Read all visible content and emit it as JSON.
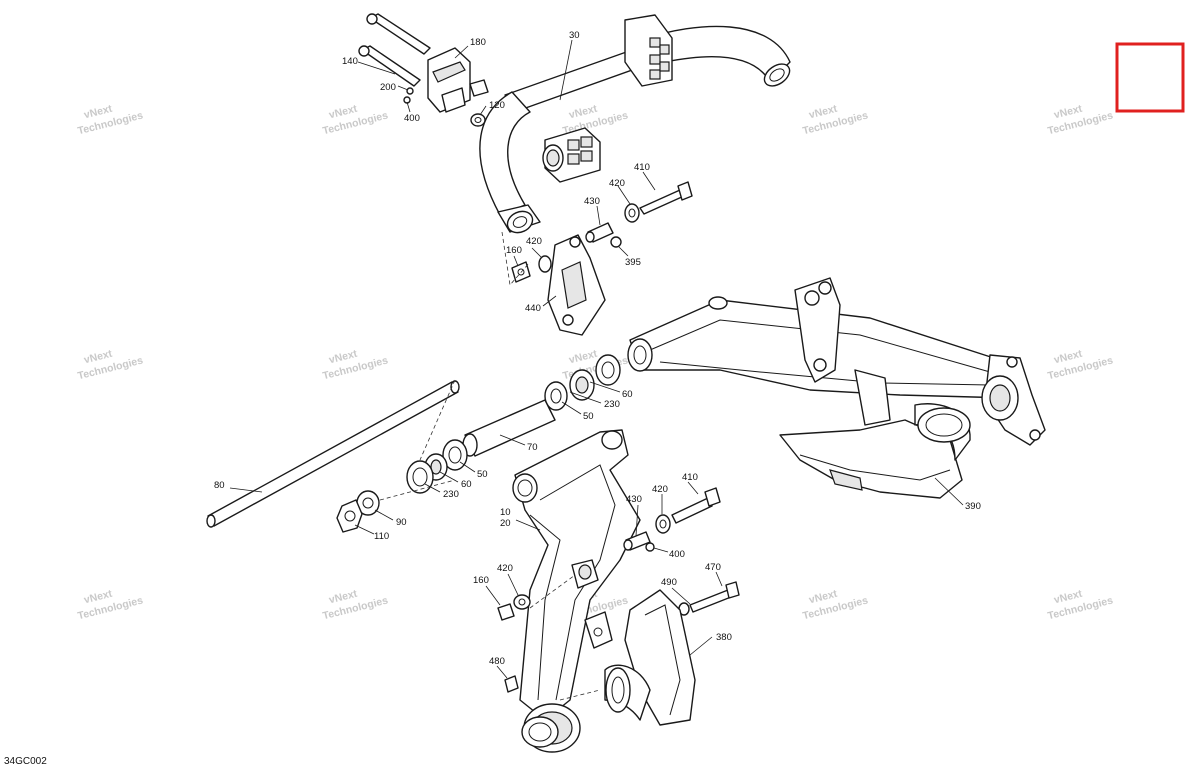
{
  "figure_code": "34GC002",
  "watermark_text": "vNext Technologies",
  "highlight_color": "#e0201f",
  "callouts": [
    {
      "id": "c180",
      "label": "180"
    },
    {
      "id": "c30",
      "label": "30"
    },
    {
      "id": "c140",
      "label": "140"
    },
    {
      "id": "c200",
      "label": "200"
    },
    {
      "id": "c400a",
      "label": "400"
    },
    {
      "id": "c120",
      "label": "120"
    },
    {
      "id": "c410a",
      "label": "410"
    },
    {
      "id": "c420a",
      "label": "420"
    },
    {
      "id": "c430a",
      "label": "430"
    },
    {
      "id": "c160a",
      "label": "160"
    },
    {
      "id": "c420b",
      "label": "420"
    },
    {
      "id": "c395",
      "label": "395"
    },
    {
      "id": "c440",
      "label": "440"
    },
    {
      "id": "c60a",
      "label": "60"
    },
    {
      "id": "c230a",
      "label": "230"
    },
    {
      "id": "c50a",
      "label": "50"
    },
    {
      "id": "c70",
      "label": "70"
    },
    {
      "id": "c50b",
      "label": "50"
    },
    {
      "id": "c60b",
      "label": "60"
    },
    {
      "id": "c230b",
      "label": "230"
    },
    {
      "id": "c80",
      "label": "80"
    },
    {
      "id": "c90",
      "label": "90"
    },
    {
      "id": "c110",
      "label": "110"
    },
    {
      "id": "c410b",
      "label": "410"
    },
    {
      "id": "c420c",
      "label": "420"
    },
    {
      "id": "c430b",
      "label": "430"
    },
    {
      "id": "c10",
      "label": "10"
    },
    {
      "id": "c20",
      "label": "20"
    },
    {
      "id": "c400b",
      "label": "400"
    },
    {
      "id": "c390",
      "label": "390"
    },
    {
      "id": "c470",
      "label": "470"
    },
    {
      "id": "c420d",
      "label": "420"
    },
    {
      "id": "c160b",
      "label": "160"
    },
    {
      "id": "c490",
      "label": "490"
    },
    {
      "id": "c380",
      "label": "380"
    },
    {
      "id": "c480",
      "label": "480"
    }
  ]
}
